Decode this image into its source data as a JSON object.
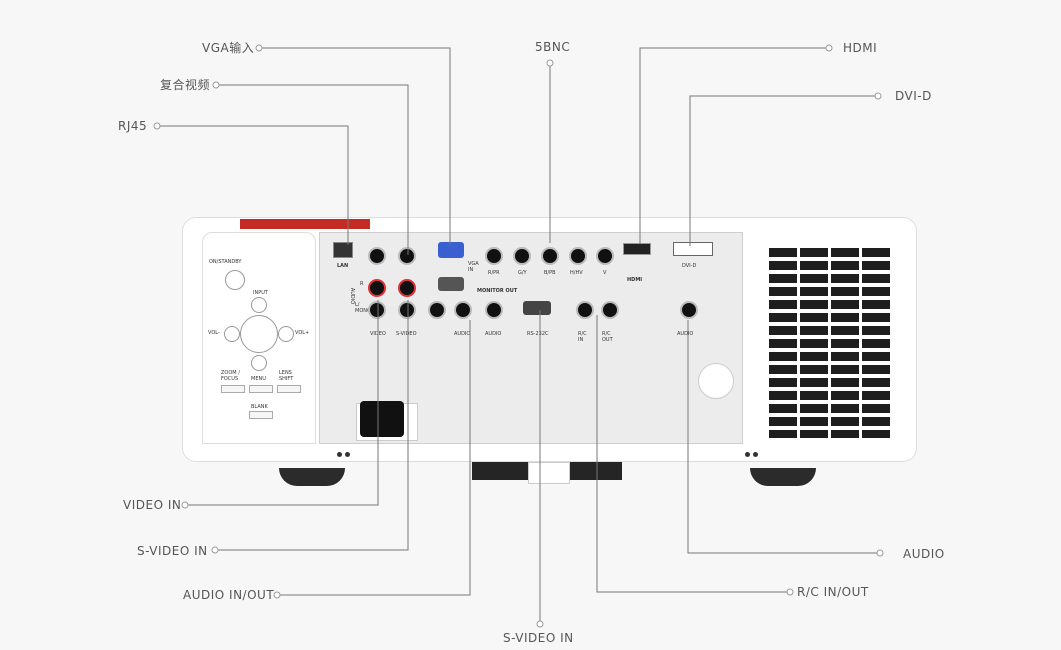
{
  "callouts": {
    "vga_in": "VGA输入",
    "composite": "复合视频",
    "rj45": "RJ45",
    "five_bnc": "5BNC",
    "hdmi": "HDMI",
    "dvi_d": "DVI-D",
    "video_in": "VIDEO IN",
    "s_video_in_left": "S-VIDEO IN",
    "audio_in_out": "AUDIO IN/OUT",
    "s_video_in_bottom": "S-VIDEO IN",
    "r_c_in_out": "R/C IN/OUT",
    "audio": "AUDIO"
  },
  "panel": {
    "lan": "LAN",
    "audio_side": "AUDIO",
    "r": "R",
    "l_mono": "L/ MONO",
    "vga_in": "VGA IN",
    "r_pr": "R/PR",
    "g_y": "G/Y",
    "b_pb": "B/PB",
    "h_hv": "H/HV",
    "v": "V",
    "hdmi": "HDMI",
    "dvi_d": "DVI-D",
    "monitor_out": "MONITOR OUT",
    "video": "VIDEO",
    "s_video": "S-VIDEO",
    "audio1": "AUDIO",
    "audio2": "AUDIO",
    "rs232c": "RS-232C",
    "rc_in": "R/C IN",
    "rc_out": "R/C OUT",
    "audio3": "AUDIO"
  },
  "controls": {
    "on_standby": "ON/STANDBY",
    "input": "INPUT",
    "vol_minus": "VOL-",
    "vol_plus": "VOL+",
    "zoom_focus": "ZOOM / FOCUS",
    "menu": "MENU",
    "lens_shift": "LENS SHIFT",
    "blank": "BLANK"
  },
  "colors": {
    "accent_red": "#c42b24",
    "vga_blue": "#3a5fd0"
  }
}
